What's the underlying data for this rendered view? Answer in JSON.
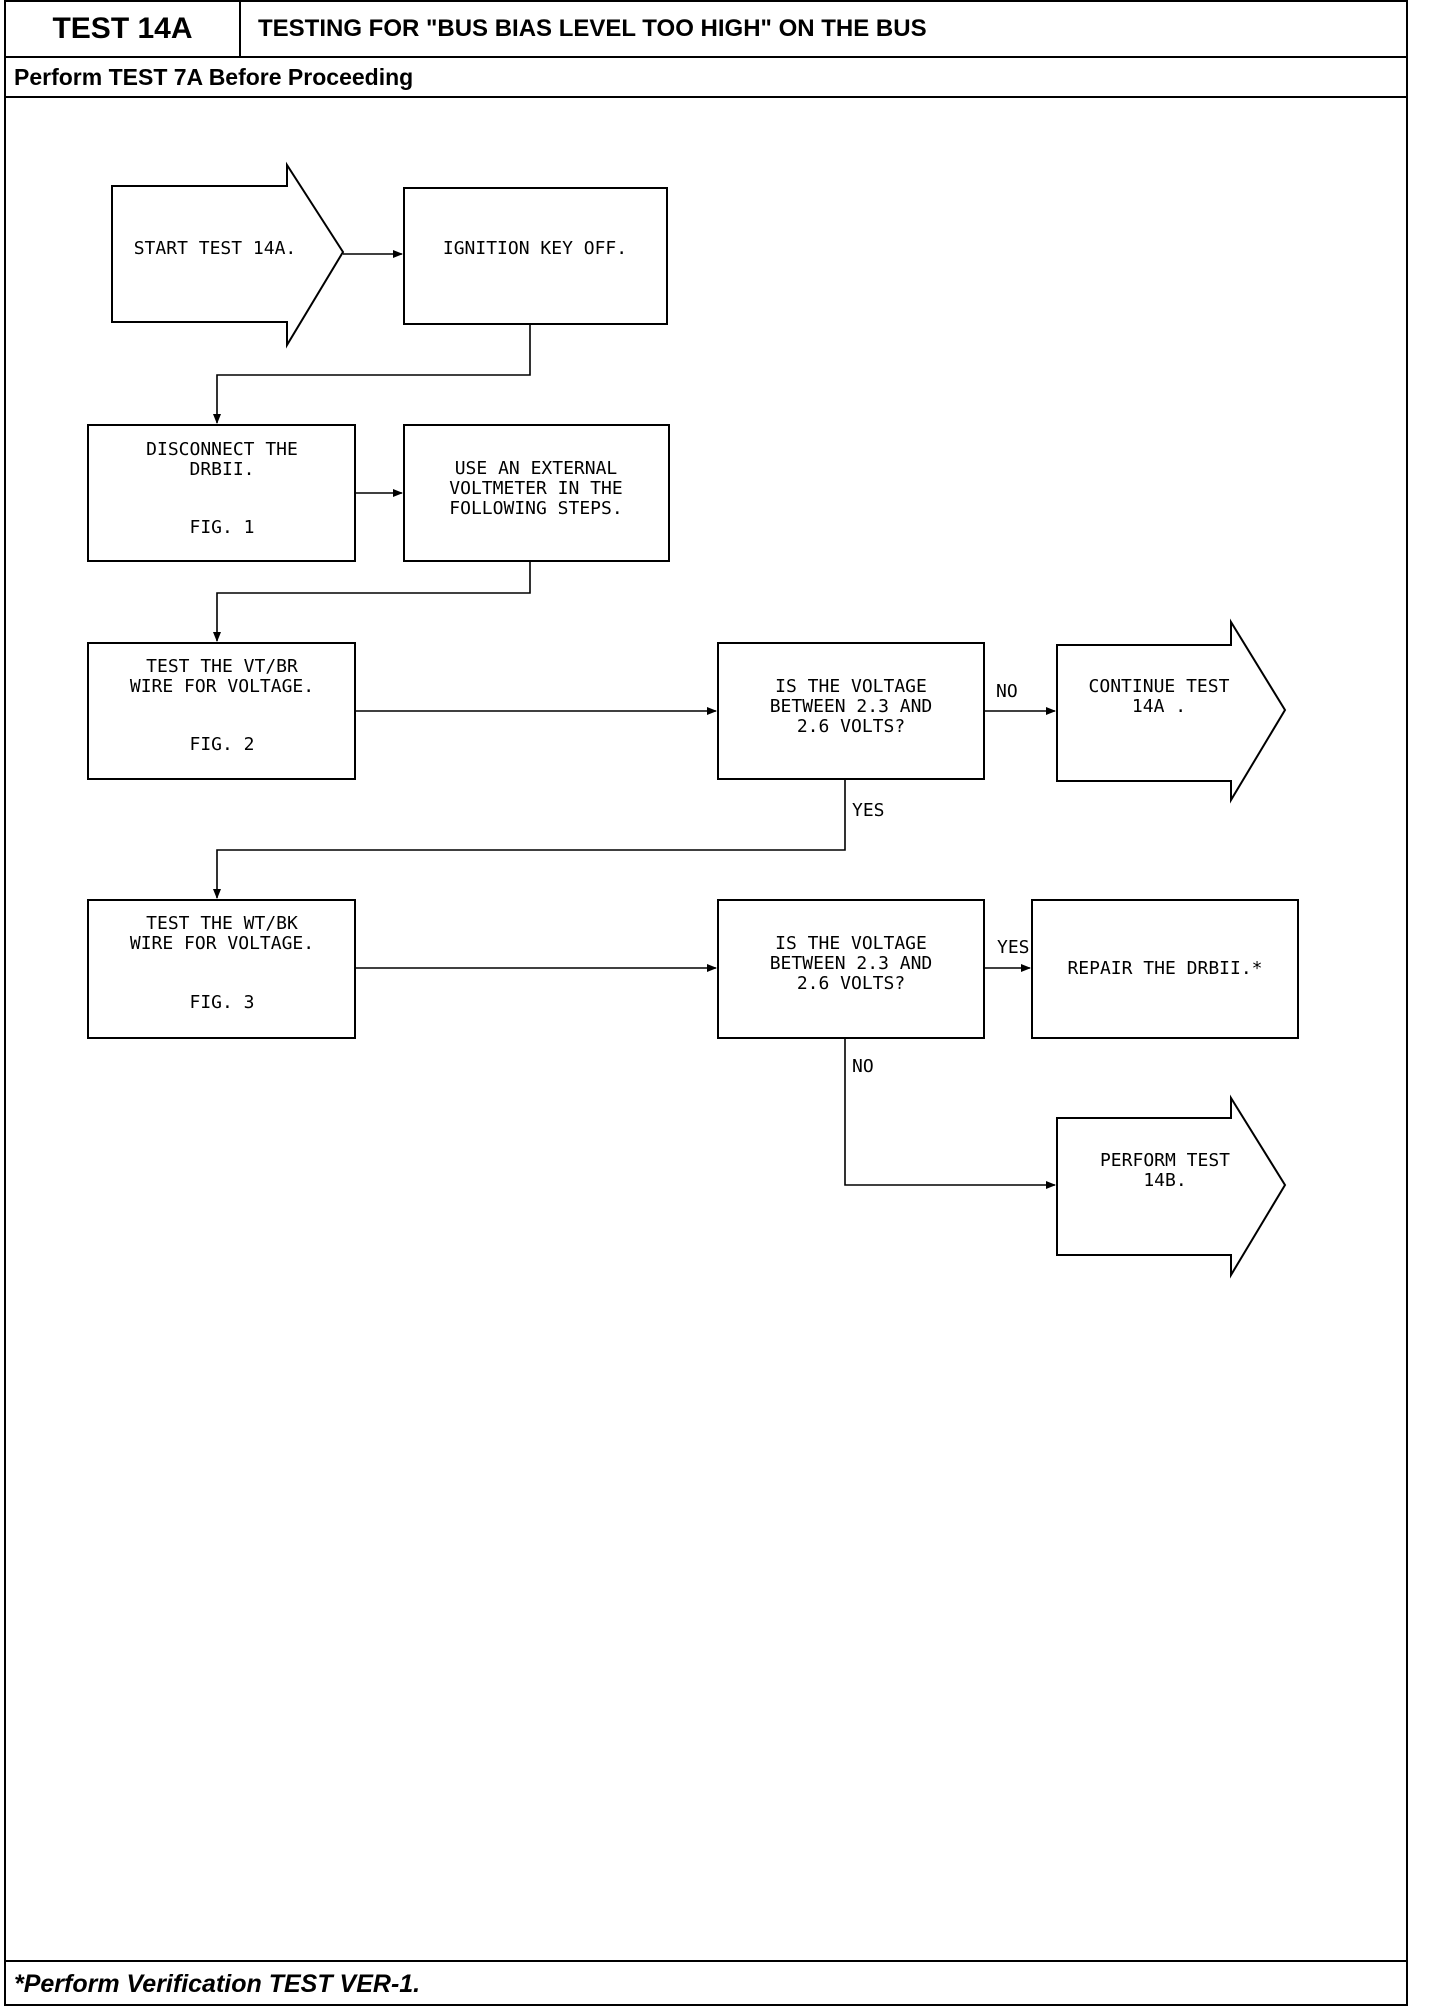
{
  "header": {
    "test_id": "TEST 14A",
    "title": "TESTING FOR \"BUS BIAS LEVEL TOO HIGH\" ON THE BUS",
    "prerequisite": "Perform TEST 7A Before Proceeding"
  },
  "footer": {
    "note": "*Perform Verification TEST VER-1."
  },
  "flow": {
    "start": [
      "START TEST 14A."
    ],
    "ignition": [
      "IGNITION KEY OFF."
    ],
    "disconnect": [
      "DISCONNECT THE",
      "DRBII."
    ],
    "disconnect_fig": "FIG. 1",
    "voltmeter": [
      "USE AN EXTERNAL",
      "VOLTMETER IN THE",
      "FOLLOWING STEPS."
    ],
    "test_vtbr": [
      "TEST THE VT/BR",
      "WIRE FOR VOLTAGE."
    ],
    "test_vtbr_fig": "FIG. 2",
    "question_1": [
      "IS THE VOLTAGE",
      "BETWEEN 2.3 AND",
      "2.6 VOLTS?"
    ],
    "continue": [
      "CONTINUE TEST",
      "14A ."
    ],
    "test_wtbk": [
      "TEST THE WT/BK",
      "WIRE FOR VOLTAGE."
    ],
    "test_wtbk_fig": "FIG. 3",
    "question_2": [
      "IS THE VOLTAGE",
      "BETWEEN 2.3 AND",
      "2.6 VOLTS?"
    ],
    "repair": [
      "REPAIR THE DRBII.*"
    ],
    "perform_14b": [
      "PERFORM TEST",
      "14B."
    ],
    "labels": {
      "q1_no": "NO",
      "q1_yes": "YES",
      "q2_yes": "YES",
      "q2_no": "NO"
    }
  }
}
